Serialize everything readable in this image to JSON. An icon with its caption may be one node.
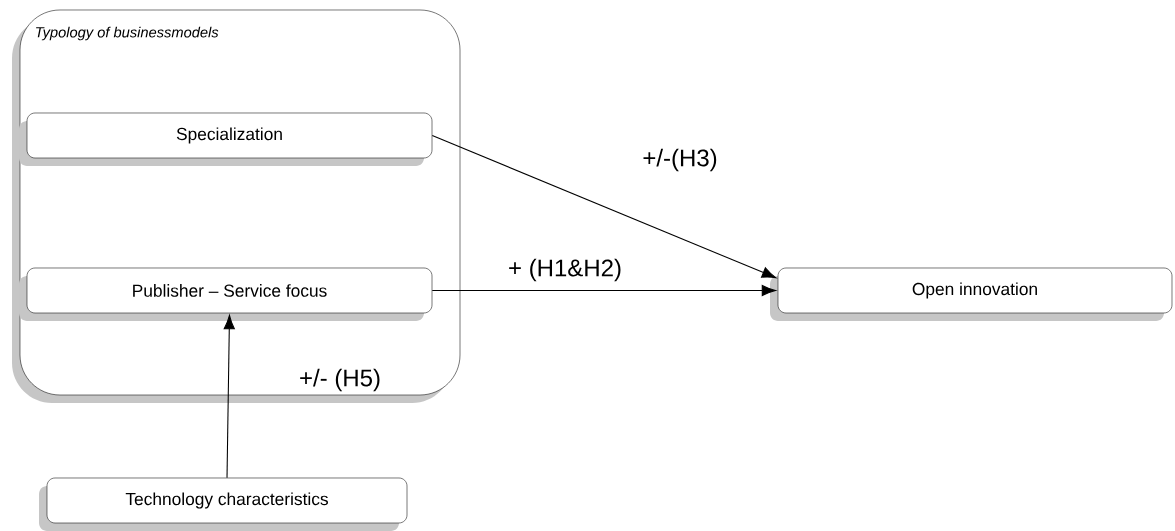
{
  "diagram": {
    "nodes": [
      {
        "text": [
          "Typology of businessmodels"
        ]
      },
      {
        "text": [
          "Specialization"
        ],
        "in": 0
      },
      {
        "text": [
          "Publisher – Service focus"
        ],
        "in": 0
      },
      {
        "text": [
          "Open innovation"
        ]
      },
      {
        "text": [
          "Technology characteristics"
        ]
      }
    ],
    "edges": [
      {
        "from": 1,
        "to": 3,
        "arrow": "to",
        "label": "+/-(H3)"
      },
      {
        "from": 2,
        "to": 3,
        "arrow": "to",
        "label": "+ (H1&H2)"
      },
      {
        "from": 4,
        "to": 2,
        "arrow": "to",
        "label": "+/- (H5)"
      }
    ]
  }
}
